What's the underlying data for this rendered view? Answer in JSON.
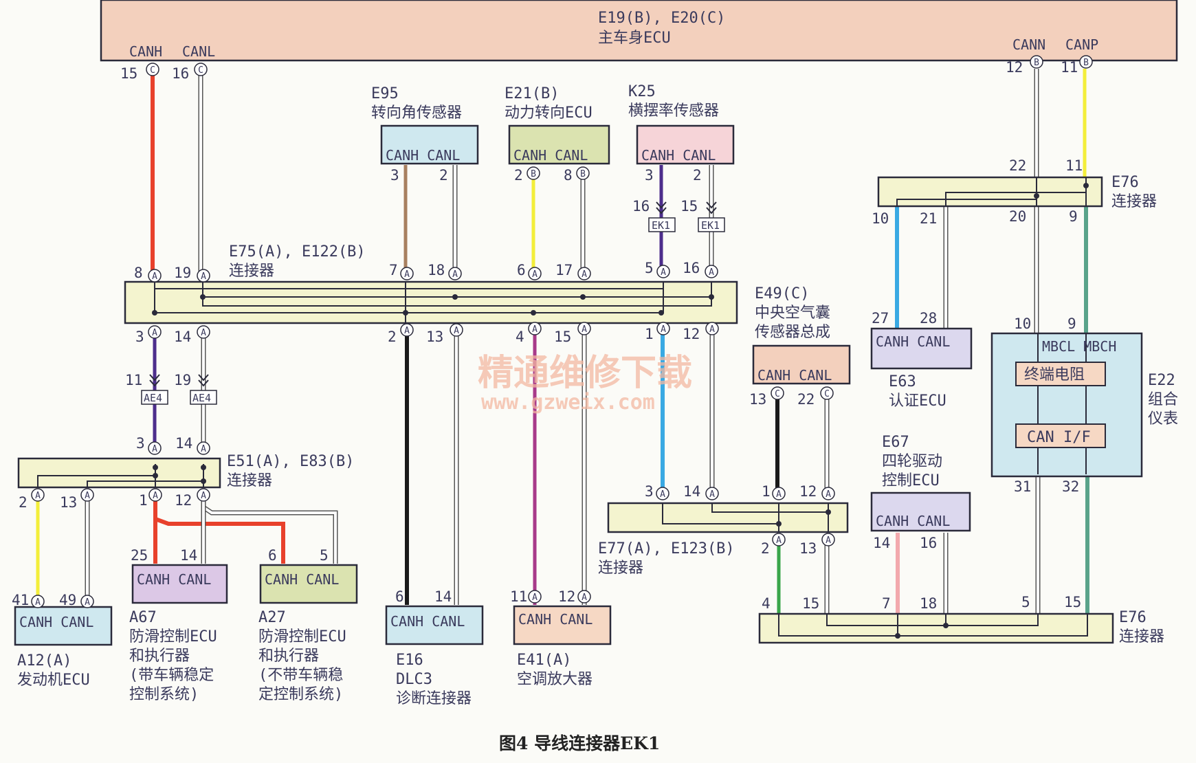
{
  "main_ecu": {
    "id": "E19(B), E20(C)",
    "name": "主车身ECU",
    "left_pins": [
      "CANH",
      "CANL"
    ],
    "right_pins": [
      "CANN",
      "CANP"
    ]
  },
  "connectors": {
    "e75": {
      "id": "E75(A), E122(B)",
      "name": "连接器"
    },
    "e51": {
      "id": "E51(A), E83(B)",
      "name": "连接器"
    },
    "e77": {
      "id": "E77(A), E123(B)",
      "name": "连接器"
    },
    "e76_top": {
      "id": "E76",
      "name": "连接器"
    },
    "e76_bottom": {
      "id": "E76",
      "name": "连接器"
    },
    "ek1": "EK1",
    "ae4": "AE4"
  },
  "modules": {
    "e95": {
      "id": "E95",
      "name": "转向角传感器",
      "pins": "CANH CANL"
    },
    "e21": {
      "id": "E21(B)",
      "name": "动力转向ECU",
      "pins": "CANH CANL"
    },
    "k25": {
      "id": "K25",
      "name": "横摆率传感器",
      "pins": "CANH CANL"
    },
    "e49": {
      "id": "E49(C)",
      "name_line1": "中央空气囊",
      "name_line2": "传感器总成",
      "pins": "CANH CANL"
    },
    "e63": {
      "id": "E63",
      "name": "认证ECU",
      "pins": "CANH CANL"
    },
    "e67": {
      "id": "E67",
      "name_line1": "四轮驱动",
      "name_line2": "控制ECU",
      "pins": "CANH CANL"
    },
    "e22": {
      "id": "E22",
      "name_line1": "组合",
      "name_line2": "仪表",
      "pins": "MBCL MBCH",
      "resistor": "终端电阻",
      "interface": "CAN I/F"
    },
    "a12": {
      "id": "A12(A)",
      "name": "发动机ECU",
      "pins": "CANH CANL"
    },
    "a67": {
      "id": "A67",
      "name_line1": "防滑控制ECU",
      "name_line2": "和执行器",
      "name_line3": "(带车辆稳定",
      "name_line4": "控制系统)",
      "pins": "CANH CANL"
    },
    "a27": {
      "id": "A27",
      "name_line1": "防滑控制ECU",
      "name_line2": "和执行器",
      "name_line3": "(不带车辆稳",
      "name_line4": "定控制系统)",
      "pins": "CANH CANL"
    },
    "e16": {
      "id": "E16",
      "name_line1": "DLC3",
      "name_line2": "诊断连接器",
      "pins": "CANH CANL"
    },
    "e41": {
      "id": "E41(A)",
      "name": "空调放大器",
      "pins": "CANH CANL"
    }
  },
  "pins": {
    "p15": "15",
    "p16": "16",
    "p12r": "12",
    "p11r": "11",
    "e95_3": "3",
    "e95_2": "2",
    "e21_2": "2",
    "e21_8": "8",
    "k25_3": "3",
    "k25_2": "2",
    "ek1_16": "16",
    "ek1_15": "15",
    "e75_8": "8",
    "e75_19": "19",
    "e75_7": "7",
    "e75_18": "18",
    "e75_6": "6",
    "e75_17": "17",
    "e75_5": "5",
    "e75_16": "16",
    "e75_3": "3",
    "e75_14": "14",
    "e75_2": "2",
    "e75_13": "13",
    "e75_4": "4",
    "e75_15": "15",
    "e75_1": "1",
    "e75_12": "12",
    "ae4_11": "11",
    "ae4_19": "19",
    "e51_3": "3",
    "e51_14": "14",
    "e51_2": "2",
    "e51_13": "13",
    "e51_1": "1",
    "e51_12": "12",
    "a12_41": "41",
    "a12_49": "49",
    "a67_25": "25",
    "a67_14": "14",
    "a27_6": "6",
    "a27_5": "5",
    "e16_6": "6",
    "e16_14": "14",
    "e41_11": "11",
    "e41_12": "12",
    "e49_13": "13",
    "e49_22": "22",
    "e77_3": "3",
    "e77_14": "14",
    "e77_1": "1",
    "e77_12": "12",
    "e77_2": "2",
    "e77_13": "13",
    "e76t_22": "22",
    "e76t_11": "11",
    "e76t_10": "10",
    "e76t_21": "21",
    "e76t_20": "20",
    "e76t_9": "9",
    "e63_27": "27",
    "e63_28": "28",
    "e22_10": "10",
    "e22_9": "9",
    "e22_31": "31",
    "e22_32": "32",
    "e67_14": "14",
    "e67_16": "16",
    "e76b_4": "4",
    "e76b_15": "15",
    "e76b_7": "7",
    "e76b_18": "18",
    "e76b_5": "5",
    "e76b_15b": "15"
  },
  "connector_letters": {
    "A": "A",
    "B": "B",
    "C": "C"
  },
  "watermark": {
    "line1": "精通维修下载",
    "line2": "www.gzweix.com"
  },
  "caption": "图4   导线连接器EK1",
  "colors": {
    "ecu_fill": "#f3d0bd",
    "connector_fill": "#f4f4cf",
    "red": "#e8412c",
    "blue": "#3aa9e3",
    "yellow": "#f3ee3a",
    "purple": "#4d2e8c",
    "brown": "#a88060",
    "magenta": "#a83a8a",
    "green": "#3aa64a",
    "teal": "#5aa38a",
    "pink": "#f2a9ad",
    "black": "#1a1a1a"
  }
}
